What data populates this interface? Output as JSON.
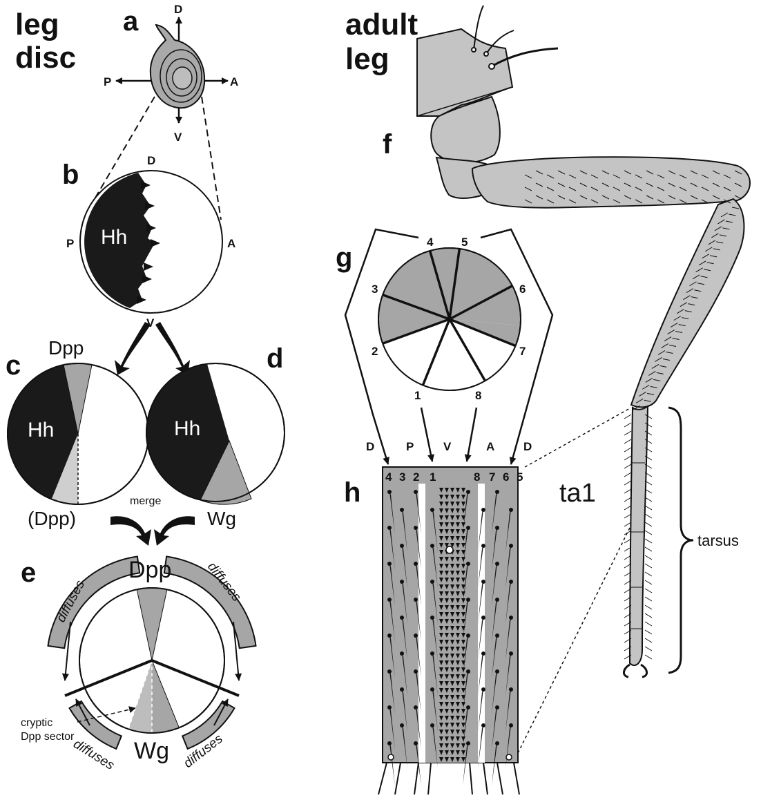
{
  "titles": {
    "leg_disc_1": "leg",
    "leg_disc_2": "disc",
    "adult_1": "adult",
    "adult_2": "leg"
  },
  "panels": {
    "a": "a",
    "b": "b",
    "c": "c",
    "d": "d",
    "e": "e",
    "f": "f",
    "g": "g",
    "h": "h"
  },
  "axes": {
    "dorsal": "D",
    "ventral": "V",
    "posterior": "P",
    "anterior": "A"
  },
  "genes": {
    "hh": "Hh",
    "dpp": "Dpp",
    "dpp_cryptic": "(Dpp)",
    "wg": "Wg"
  },
  "labels": {
    "merge": "merge",
    "diffuses": "diffuses",
    "cryptic_1": "cryptic",
    "cryptic_2": "Dpp sector",
    "ta1": "ta1",
    "tarsus": "tarsus"
  },
  "g_numbers": [
    "1",
    "2",
    "3",
    "4",
    "5",
    "6",
    "7",
    "8"
  ],
  "h_axis": [
    "D",
    "P",
    "V",
    "A",
    "D"
  ],
  "h_numbers": [
    "4",
    "3",
    "2",
    "1",
    "8",
    "7",
    "6",
    "5"
  ],
  "colors": {
    "black": "#1a1a1a",
    "gray": "#a6a6a6",
    "light_gray": "#cfcfcf",
    "leg_fill": "#c4c4c4",
    "white": "#ffffff"
  }
}
